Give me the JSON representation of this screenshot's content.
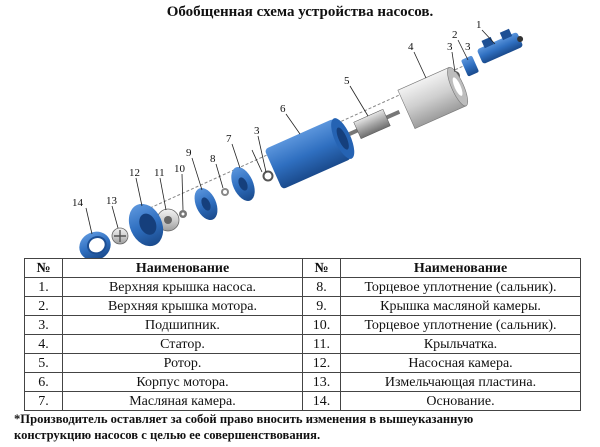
{
  "title": "Обобщенная схема устройства насосов.",
  "callouts": [
    "1",
    "2",
    "3",
    "3",
    "4",
    "5",
    "6",
    "7",
    "3",
    "8",
    "9",
    "10",
    "11",
    "12",
    "13",
    "14"
  ],
  "table": {
    "headers": [
      "№",
      "Наименование",
      "№",
      "Наименование"
    ],
    "rows": [
      [
        "1.",
        "Верхняя крышка насоса.",
        "8.",
        "Торцевое уплотнение (сальник)."
      ],
      [
        "2.",
        "Верхняя крышка мотора.",
        "9.",
        "Крышка масляной камеры."
      ],
      [
        "3.",
        "Подшипник.",
        "10.",
        "Торцевое уплотнение (сальник)."
      ],
      [
        "4.",
        "Статор.",
        "11.",
        "Крыльчатка."
      ],
      [
        "5.",
        "Ротор.",
        "12.",
        "Насосная камера."
      ],
      [
        "6.",
        "Корпус мотора.",
        "13.",
        "Измельчающая пластина."
      ],
      [
        "7.",
        "Масляная камера.",
        "14.",
        "Основание."
      ]
    ]
  },
  "note_line1": "*Производитель оставляет за собой право вносить изменения в вышеуказанную",
  "note_line2": "конструкцию насосов с целью ее совершенствования.",
  "colors": {
    "part_blue": "#2f6fc0",
    "part_dark": "#1d4f94",
    "stator_gray": "#d8d8d8",
    "rotor_gray": "#9a9a9a"
  }
}
